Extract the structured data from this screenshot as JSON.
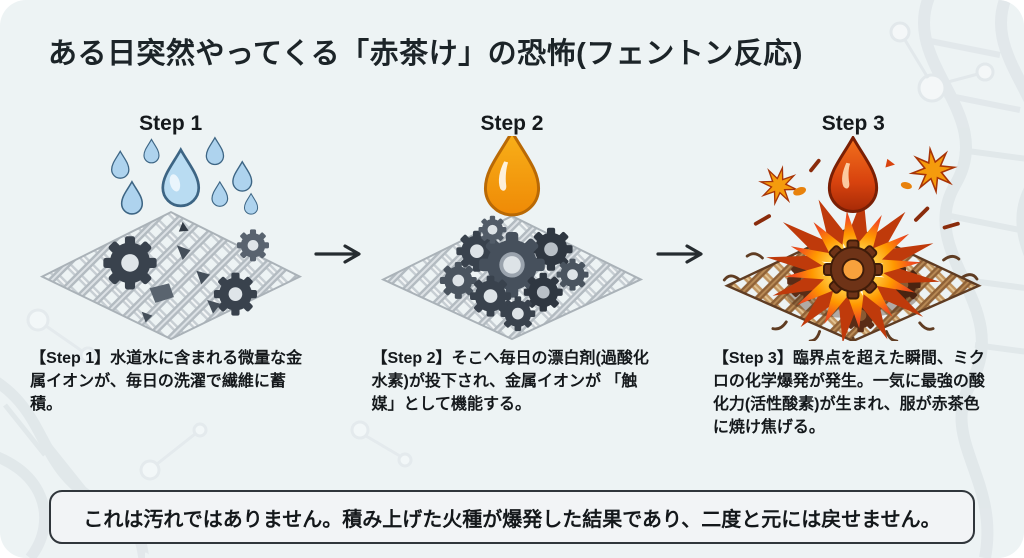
{
  "title": "ある日突然やってくる「赤茶け」の恐怖(フェントン反応)",
  "steps": [
    {
      "label": "Step 1",
      "description": "【Step 1】水道水に含まれる微量な金属イオンが、毎日の洗濯で繊維に蓄積。",
      "illustration": "water-drops-and-metal-particles-on-fabric"
    },
    {
      "label": "Step 2",
      "description": "【Step 2】そこへ毎日の漂白剤(過酸化水素)が投下され、金属イオンが 「触媒」として機能する。",
      "illustration": "bleach-drop-and-gear-cluster-on-fabric"
    },
    {
      "label": "Step 3",
      "description": "【Step 3】臨界点を超えた瞬間、ミクロの化学爆発が発生。一気に最強の酸化力(活性酸素)が生まれ、服が赤茶色に焼け焦げる。",
      "illustration": "explosion-on-burnt-fabric"
    }
  ],
  "bottom_note": "これは汚れではありません。積み上げた火種が爆発した結果であり、二度と元には戻せません。",
  "icons": {
    "arrow": "right-arrow-icon",
    "step1": "water-droplets-icon",
    "step2": "bleach-droplet-icon",
    "step3": "explosion-burst-icon",
    "background": "dna-helix-molecule-pattern"
  },
  "colors": {
    "card_bg": "#edf3f4",
    "title_text": "#1c2428",
    "body_text": "#15191c",
    "arrow": "#262c30",
    "note_bg": "#f2f4f6",
    "note_border": "#30363b",
    "water_blue": "#aed3ee",
    "water_outline": "#3d6584",
    "bleach_orange": "#f59b0d",
    "bleach_outline": "#b96905",
    "explosion_orange": "#ff9800",
    "explosion_deep": "#bf3a0b",
    "gear_dark": "#39424d",
    "fabric_gray": "#c7ced3",
    "burnt_brown": "#8f6136"
  }
}
